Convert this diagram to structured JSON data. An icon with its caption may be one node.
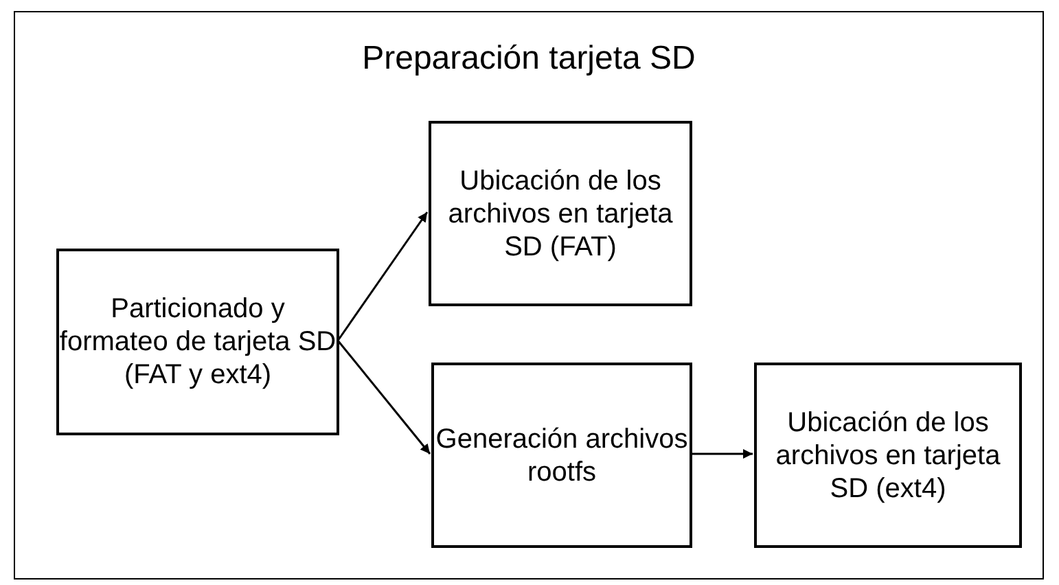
{
  "diagram": {
    "nodes": [
      {
        "text": [
          "Preparación tarjeta SD"
        ]
      },
      {
        "text": [
          "Particionado y formateo de tarjeta SD (FAT y ext4)"
        ],
        "in": 0
      },
      {
        "text": [
          "Ubicación de los archivos en tarjeta SD (FAT)"
        ],
        "in": 0
      },
      {
        "text": [
          "Generación archivos rootfs"
        ],
        "in": 0
      },
      {
        "text": [
          "Ubicación de los archivos en tarjeta SD (ext4)"
        ],
        "in": 0
      }
    ],
    "edges": [
      {
        "from": 1,
        "to": 2,
        "arrow": "to"
      },
      {
        "from": 1,
        "to": 3,
        "arrow": "to"
      },
      {
        "from": 3,
        "to": 4,
        "arrow": "to"
      }
    ]
  }
}
